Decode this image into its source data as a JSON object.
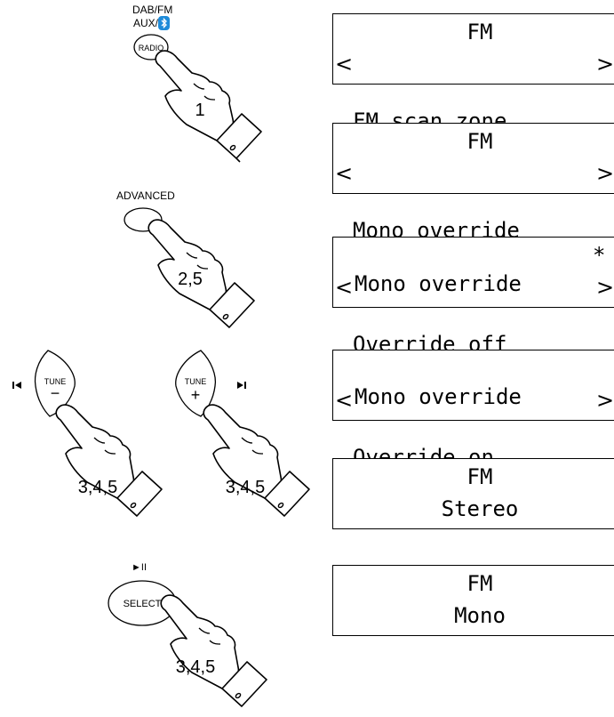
{
  "labels": {
    "source_line1": "DAB/FM",
    "source_line2": "AUX/",
    "advanced": "ADVANCED",
    "play_pause_symbol": "►II"
  },
  "buttons": {
    "radio": "RADIO",
    "tune": "TUNE",
    "minus": "−",
    "plus": "+",
    "select": "SELECT"
  },
  "steps": {
    "radio": "1",
    "advanced": "2,5",
    "tune_down": "3,4,5",
    "tune_up": "3,4,5",
    "select": "3,4,5"
  },
  "displays": [
    {
      "line1": "FM",
      "line2": "FM scan zone",
      "arrows": true,
      "star": false
    },
    {
      "line1": "FM",
      "line2": "Mono override",
      "arrows": true,
      "star": false
    },
    {
      "line1": "Mono override",
      "line2": "Override off",
      "arrows": true,
      "star": true
    },
    {
      "line1": "Mono override",
      "line2": "Override on",
      "arrows": true,
      "star": false
    },
    {
      "line1": "FM",
      "line2": "Stereo",
      "arrows": false,
      "star": false
    },
    {
      "line1": "FM",
      "line2": "Mono",
      "arrows": false,
      "star": false
    }
  ],
  "symbols": {
    "arrow_left": "<",
    "arrow_right": ">",
    "star": "*"
  },
  "colors": {
    "bluetooth_badge": "#1e8bd9",
    "line": "#000000"
  }
}
